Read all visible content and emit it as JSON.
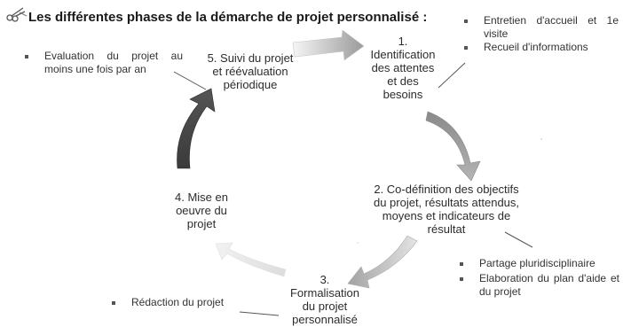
{
  "title": "Les différentes phases de la démarche de projet personnalisé :",
  "phases": [
    {
      "number": "1.",
      "lines": [
        "Identification",
        "des attentes",
        "et des",
        "besoins"
      ]
    },
    {
      "lines": [
        "2. Co-définition des objectifs",
        "du projet, résultats attendus,",
        "moyens et indicateurs de",
        "résultat"
      ]
    },
    {
      "number": "3.",
      "lines": [
        "Formalisation",
        "du projet",
        "personnalisé"
      ]
    },
    {
      "lines": [
        "4. Mise en",
        "oeuvre du",
        "projet"
      ]
    },
    {
      "lines": [
        "5. Suivi du projet",
        "et réévaluation",
        "périodique"
      ]
    }
  ],
  "notes": {
    "top_right": [
      "Entretien d'accueil et 1e visite",
      "Recueil d'informations"
    ],
    "top_left": [
      "Evaluation du projet au moins une fois par an"
    ],
    "bottom_right": [
      "Partage pluridisciplinaire",
      "Elaboration du plan d'aide et du projet"
    ],
    "bottom_left": [
      "Rédaction du projet"
    ]
  }
}
